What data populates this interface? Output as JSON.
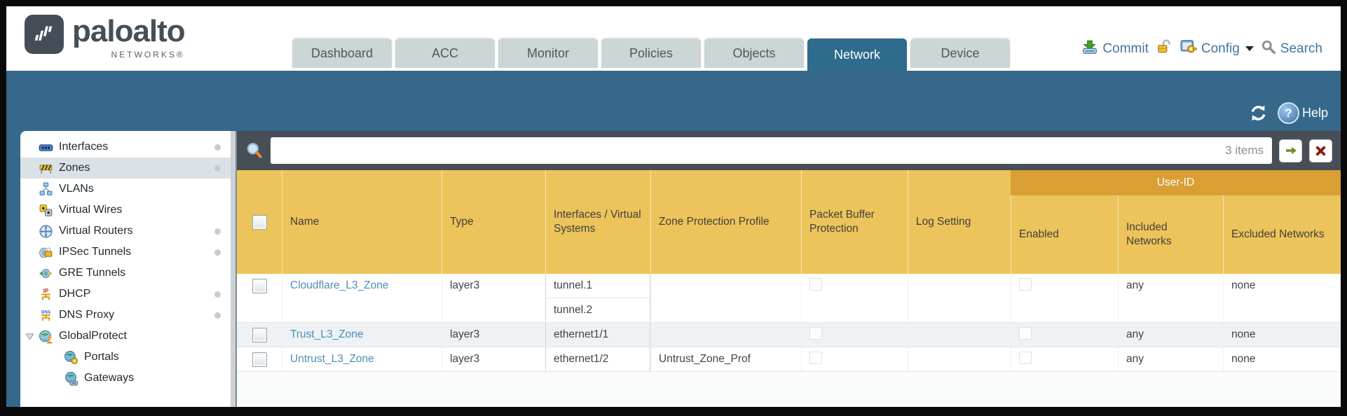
{
  "header": {
    "logo": {
      "brand": "paloalto",
      "sub": "NETWORKS®"
    },
    "tabs": [
      {
        "label": "Dashboard",
        "active": false
      },
      {
        "label": "ACC",
        "active": false
      },
      {
        "label": "Monitor",
        "active": false
      },
      {
        "label": "Policies",
        "active": false
      },
      {
        "label": "Objects",
        "active": false
      },
      {
        "label": "Network",
        "active": true
      },
      {
        "label": "Device",
        "active": false
      }
    ],
    "utilities": {
      "commit_label": "Commit",
      "config_label": "Config",
      "search_label": "Search"
    }
  },
  "band": {
    "help_label": "Help"
  },
  "sidebar": {
    "items": [
      {
        "label": "Interfaces",
        "icon": "interfaces-icon",
        "dot": true,
        "selected": false,
        "indent": 0,
        "expander": false
      },
      {
        "label": "Zones",
        "icon": "zones-icon",
        "dot": true,
        "selected": true,
        "indent": 0,
        "expander": false
      },
      {
        "label": "VLANs",
        "icon": "vlans-icon",
        "dot": false,
        "selected": false,
        "indent": 0,
        "expander": false
      },
      {
        "label": "Virtual Wires",
        "icon": "virtual-wires-icon",
        "dot": false,
        "selected": false,
        "indent": 0,
        "expander": false
      },
      {
        "label": "Virtual Routers",
        "icon": "virtual-routers-icon",
        "dot": true,
        "selected": false,
        "indent": 0,
        "expander": false
      },
      {
        "label": "IPSec Tunnels",
        "icon": "ipsec-tunnels-icon",
        "dot": true,
        "selected": false,
        "indent": 0,
        "expander": false
      },
      {
        "label": "GRE Tunnels",
        "icon": "gre-tunnels-icon",
        "dot": false,
        "selected": false,
        "indent": 0,
        "expander": false
      },
      {
        "label": "DHCP",
        "icon": "dhcp-icon",
        "dot": true,
        "selected": false,
        "indent": 0,
        "expander": false
      },
      {
        "label": "DNS Proxy",
        "icon": "dns-proxy-icon",
        "dot": true,
        "selected": false,
        "indent": 0,
        "expander": false
      },
      {
        "label": "GlobalProtect",
        "icon": "globalprotect-icon",
        "dot": false,
        "selected": false,
        "indent": 0,
        "expander": true
      },
      {
        "label": "Portals",
        "icon": "portals-icon",
        "dot": false,
        "selected": false,
        "indent": 1,
        "expander": false
      },
      {
        "label": "Gateways",
        "icon": "gateways-icon",
        "dot": false,
        "selected": false,
        "indent": 1,
        "expander": false
      }
    ]
  },
  "filterbar": {
    "search_value": "",
    "count_label": "3 items"
  },
  "table": {
    "group_header": "User-ID",
    "columns": [
      "Name",
      "Type",
      "Interfaces / Virtual Systems",
      "Zone Protection Profile",
      "Packet Buffer Protection",
      "Log Setting",
      "Enabled",
      "Included Networks",
      "Excluded Networks"
    ],
    "rows": [
      {
        "name": "Cloudflare_L3_Zone",
        "type": "layer3",
        "interfaces": [
          "tunnel.1",
          "tunnel.2"
        ],
        "zone_protection_profile": "",
        "packet_buffer_protection_checked": false,
        "log_setting": "",
        "enabled_checked": false,
        "included_networks": "any",
        "excluded_networks": "none"
      },
      {
        "name": "Trust_L3_Zone",
        "type": "layer3",
        "interfaces": [
          "ethernet1/1"
        ],
        "zone_protection_profile": "",
        "packet_buffer_protection_checked": false,
        "log_setting": "",
        "enabled_checked": false,
        "included_networks": "any",
        "excluded_networks": "none"
      },
      {
        "name": "Untrust_L3_Zone",
        "type": "layer3",
        "interfaces": [
          "ethernet1/2"
        ],
        "zone_protection_profile": "Untrust_Zone_Prof",
        "packet_buffer_protection_checked": false,
        "log_setting": "",
        "enabled_checked": false,
        "included_networks": "any",
        "excluded_networks": "none"
      }
    ]
  },
  "colors": {
    "band_teal": "#35688a",
    "active_tab": "#2e6b8d",
    "header_gold": "#edc45c",
    "user_id_band": "#d99f35",
    "link_blue": "#4a8fb5",
    "filterbar_slate": "#474e55",
    "shaded_row": "#eef2f5",
    "utility_text": "#44749e"
  }
}
